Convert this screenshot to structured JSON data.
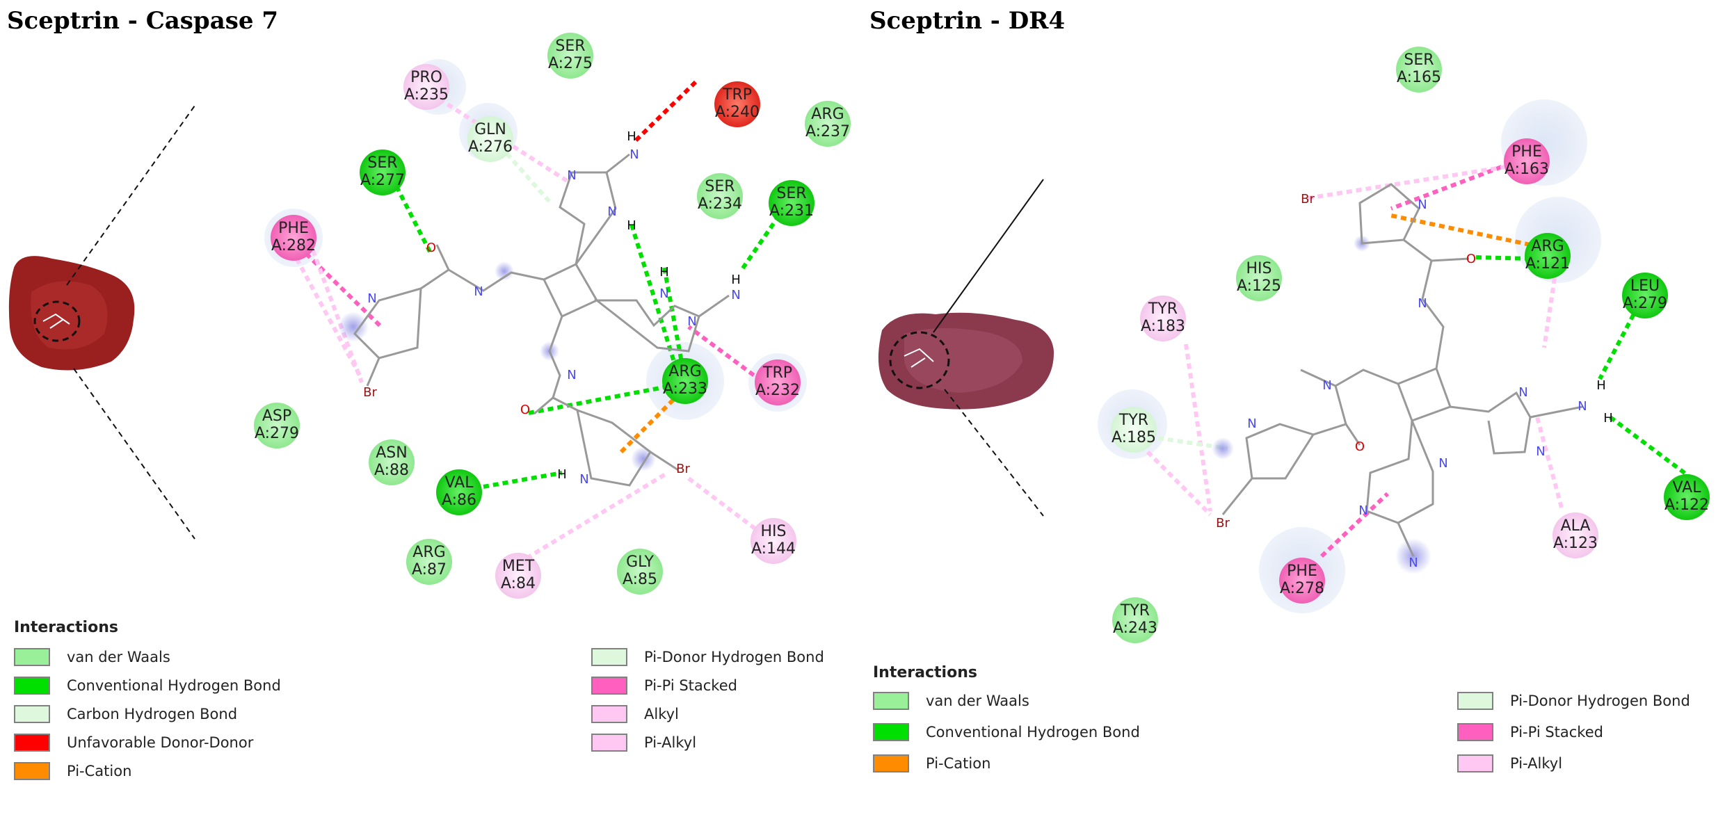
{
  "titles": {
    "left": "Sceptrin - Caspase 7",
    "right": "Sceptrin - DR4"
  },
  "colors": {
    "van_der_waals": "#99f099",
    "conventional_h_bond": "#00e000",
    "carbon_h_bond": "#ddf8dd",
    "unfavorable_donor_donor": "#ff0000",
    "pi_cation": "#ff8c00",
    "pi_donor_h_bond": "#ddf8dd",
    "pi_pi_stacked": "#ff60bf",
    "alkyl": "#ffc8f3",
    "pi_alkyl": "#ffc8f3",
    "protein_left": "#9a1f1f",
    "protein_right": "#8b3a4e"
  },
  "left_panel": {
    "residues": [
      {
        "id": "ser275",
        "name": "SER",
        "num": "A:275",
        "type": "vdw"
      },
      {
        "id": "pro235",
        "name": "PRO",
        "num": "A:235",
        "type": "alkyl"
      },
      {
        "id": "trp240",
        "name": "TRP",
        "num": "A:240",
        "type": "unfavorable"
      },
      {
        "id": "arg237",
        "name": "ARG",
        "num": "A:237",
        "type": "vdw"
      },
      {
        "id": "gln276",
        "name": "GLN",
        "num": "A:276",
        "type": "carbon"
      },
      {
        "id": "ser277",
        "name": "SER",
        "num": "A:277",
        "type": "conventional"
      },
      {
        "id": "ser234",
        "name": "SER",
        "num": "A:234",
        "type": "vdw"
      },
      {
        "id": "ser231",
        "name": "SER",
        "num": "A:231",
        "type": "conventional"
      },
      {
        "id": "phe282",
        "name": "PHE",
        "num": "A:282",
        "type": "pipi"
      },
      {
        "id": "arg233",
        "name": "ARG",
        "num": "A:233",
        "type": "conventional"
      },
      {
        "id": "trp232",
        "name": "TRP",
        "num": "A:232",
        "type": "pipi"
      },
      {
        "id": "asp279",
        "name": "ASP",
        "num": "A:279",
        "type": "vdw"
      },
      {
        "id": "asn88",
        "name": "ASN",
        "num": "A:88",
        "type": "vdw"
      },
      {
        "id": "val86",
        "name": "VAL",
        "num": "A:86",
        "type": "conventional"
      },
      {
        "id": "his144",
        "name": "HIS",
        "num": "A:144",
        "type": "alkyl"
      },
      {
        "id": "arg87",
        "name": "ARG",
        "num": "A:87",
        "type": "vdw"
      },
      {
        "id": "met84",
        "name": "MET",
        "num": "A:84",
        "type": "alkyl"
      },
      {
        "id": "gly85",
        "name": "GLY",
        "num": "A:85",
        "type": "vdw"
      }
    ],
    "legend": {
      "title": "Interactions",
      "items": [
        {
          "label": "van der Waals",
          "color": "#99f099"
        },
        {
          "label": "Conventional Hydrogen Bond",
          "color": "#00e000"
        },
        {
          "label": "Carbon Hydrogen Bond",
          "color": "#ddf8dd"
        },
        {
          "label": "Unfavorable Donor-Donor",
          "color": "#ff0000"
        },
        {
          "label": "Pi-Cation",
          "color": "#ff8c00"
        },
        {
          "label": "Pi-Donor Hydrogen Bond",
          "color": "#ddf8dd"
        },
        {
          "label": "Pi-Pi Stacked",
          "color": "#ff60bf"
        },
        {
          "label": "Alkyl",
          "color": "#ffc8f3"
        },
        {
          "label": "Pi-Alkyl",
          "color": "#ffc8f3"
        }
      ]
    }
  },
  "right_panel": {
    "residues": [
      {
        "id": "ser165",
        "name": "SER",
        "num": "A:165",
        "type": "vdw"
      },
      {
        "id": "phe163",
        "name": "PHE",
        "num": "A:163",
        "type": "pipi"
      },
      {
        "id": "arg121",
        "name": "ARG",
        "num": "A:121",
        "type": "conventional"
      },
      {
        "id": "his125",
        "name": "HIS",
        "num": "A:125",
        "type": "vdw"
      },
      {
        "id": "leu279",
        "name": "LEU",
        "num": "A:279",
        "type": "conventional"
      },
      {
        "id": "tyr183",
        "name": "TYR",
        "num": "A:183",
        "type": "alkyl"
      },
      {
        "id": "tyr185",
        "name": "TYR",
        "num": "A:185",
        "type": "carbon"
      },
      {
        "id": "val122",
        "name": "VAL",
        "num": "A:122",
        "type": "conventional"
      },
      {
        "id": "ala123",
        "name": "ALA",
        "num": "A:123",
        "type": "alkyl"
      },
      {
        "id": "phe278",
        "name": "PHE",
        "num": "A:278",
        "type": "pipi"
      },
      {
        "id": "tyr243",
        "name": "TYR",
        "num": "A:243",
        "type": "vdw"
      }
    ],
    "legend": {
      "title": "Interactions",
      "items": [
        {
          "label": "van der Waals",
          "color": "#99f099"
        },
        {
          "label": "Conventional Hydrogen Bond",
          "color": "#00e000"
        },
        {
          "label": "Pi-Cation",
          "color": "#ff8c00"
        },
        {
          "label": "Pi-Donor Hydrogen Bond",
          "color": "#ddf8dd"
        },
        {
          "label": "Pi-Pi Stacked",
          "color": "#ff60bf"
        },
        {
          "label": "Pi-Alkyl",
          "color": "#ffc8f3"
        }
      ]
    }
  },
  "atom_labels": {
    "br": "Br",
    "n": "N",
    "h": "H",
    "o": "O"
  }
}
